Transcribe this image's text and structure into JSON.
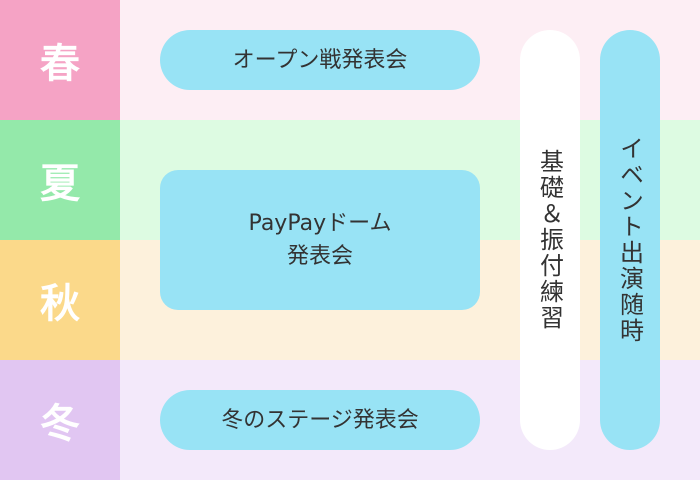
{
  "seasons": [
    {
      "label": "春",
      "label_color": "#f5a3c5",
      "band_color": "#fdeef4"
    },
    {
      "label": "夏",
      "label_color": "#94e9aa",
      "band_color": "#ddfbe2"
    },
    {
      "label": "秋",
      "label_color": "#fbd98a",
      "band_color": "#fdf1dc"
    },
    {
      "label": "冬",
      "label_color": "#e1c6f2",
      "band_color": "#f3e9fa"
    }
  ],
  "events": {
    "spring": "オープン戦発表会",
    "summer_autumn_line1": "PayPayドーム",
    "summer_autumn_line2": "発表会",
    "winter": "冬のステージ発表会"
  },
  "year_round": {
    "practice": "基礎＆振付練習",
    "performances": "イベント出演随時"
  },
  "colors": {
    "event_pill": "#98e3f5",
    "practice_pill": "#ffffff",
    "performance_pill": "#98e3f5",
    "text": "#333333"
  }
}
